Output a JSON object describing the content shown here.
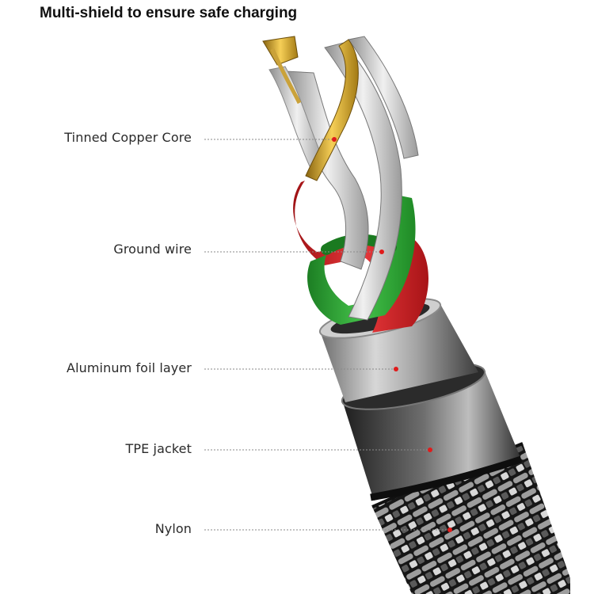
{
  "title": "Multi-shield to ensure safe charging",
  "labels": [
    {
      "text": "Tinned Copper Core"
    },
    {
      "text": "Ground wire"
    },
    {
      "text": "Aluminum foil layer"
    },
    {
      "text": "TPE jacket"
    },
    {
      "text": "Nylon"
    }
  ],
  "colors": {
    "leader_line": "#8a8a8a",
    "marker_dot": "#e01b1b",
    "red_wire": "#d3262a",
    "green_wire": "#2aa52e",
    "gold_core": "#d9a520",
    "silver_strands": "#cfcfcf",
    "foil": "#b9b9b9",
    "tpe_jacket": "#3a3a3a",
    "nylon_braid": "#1c1c1c"
  }
}
